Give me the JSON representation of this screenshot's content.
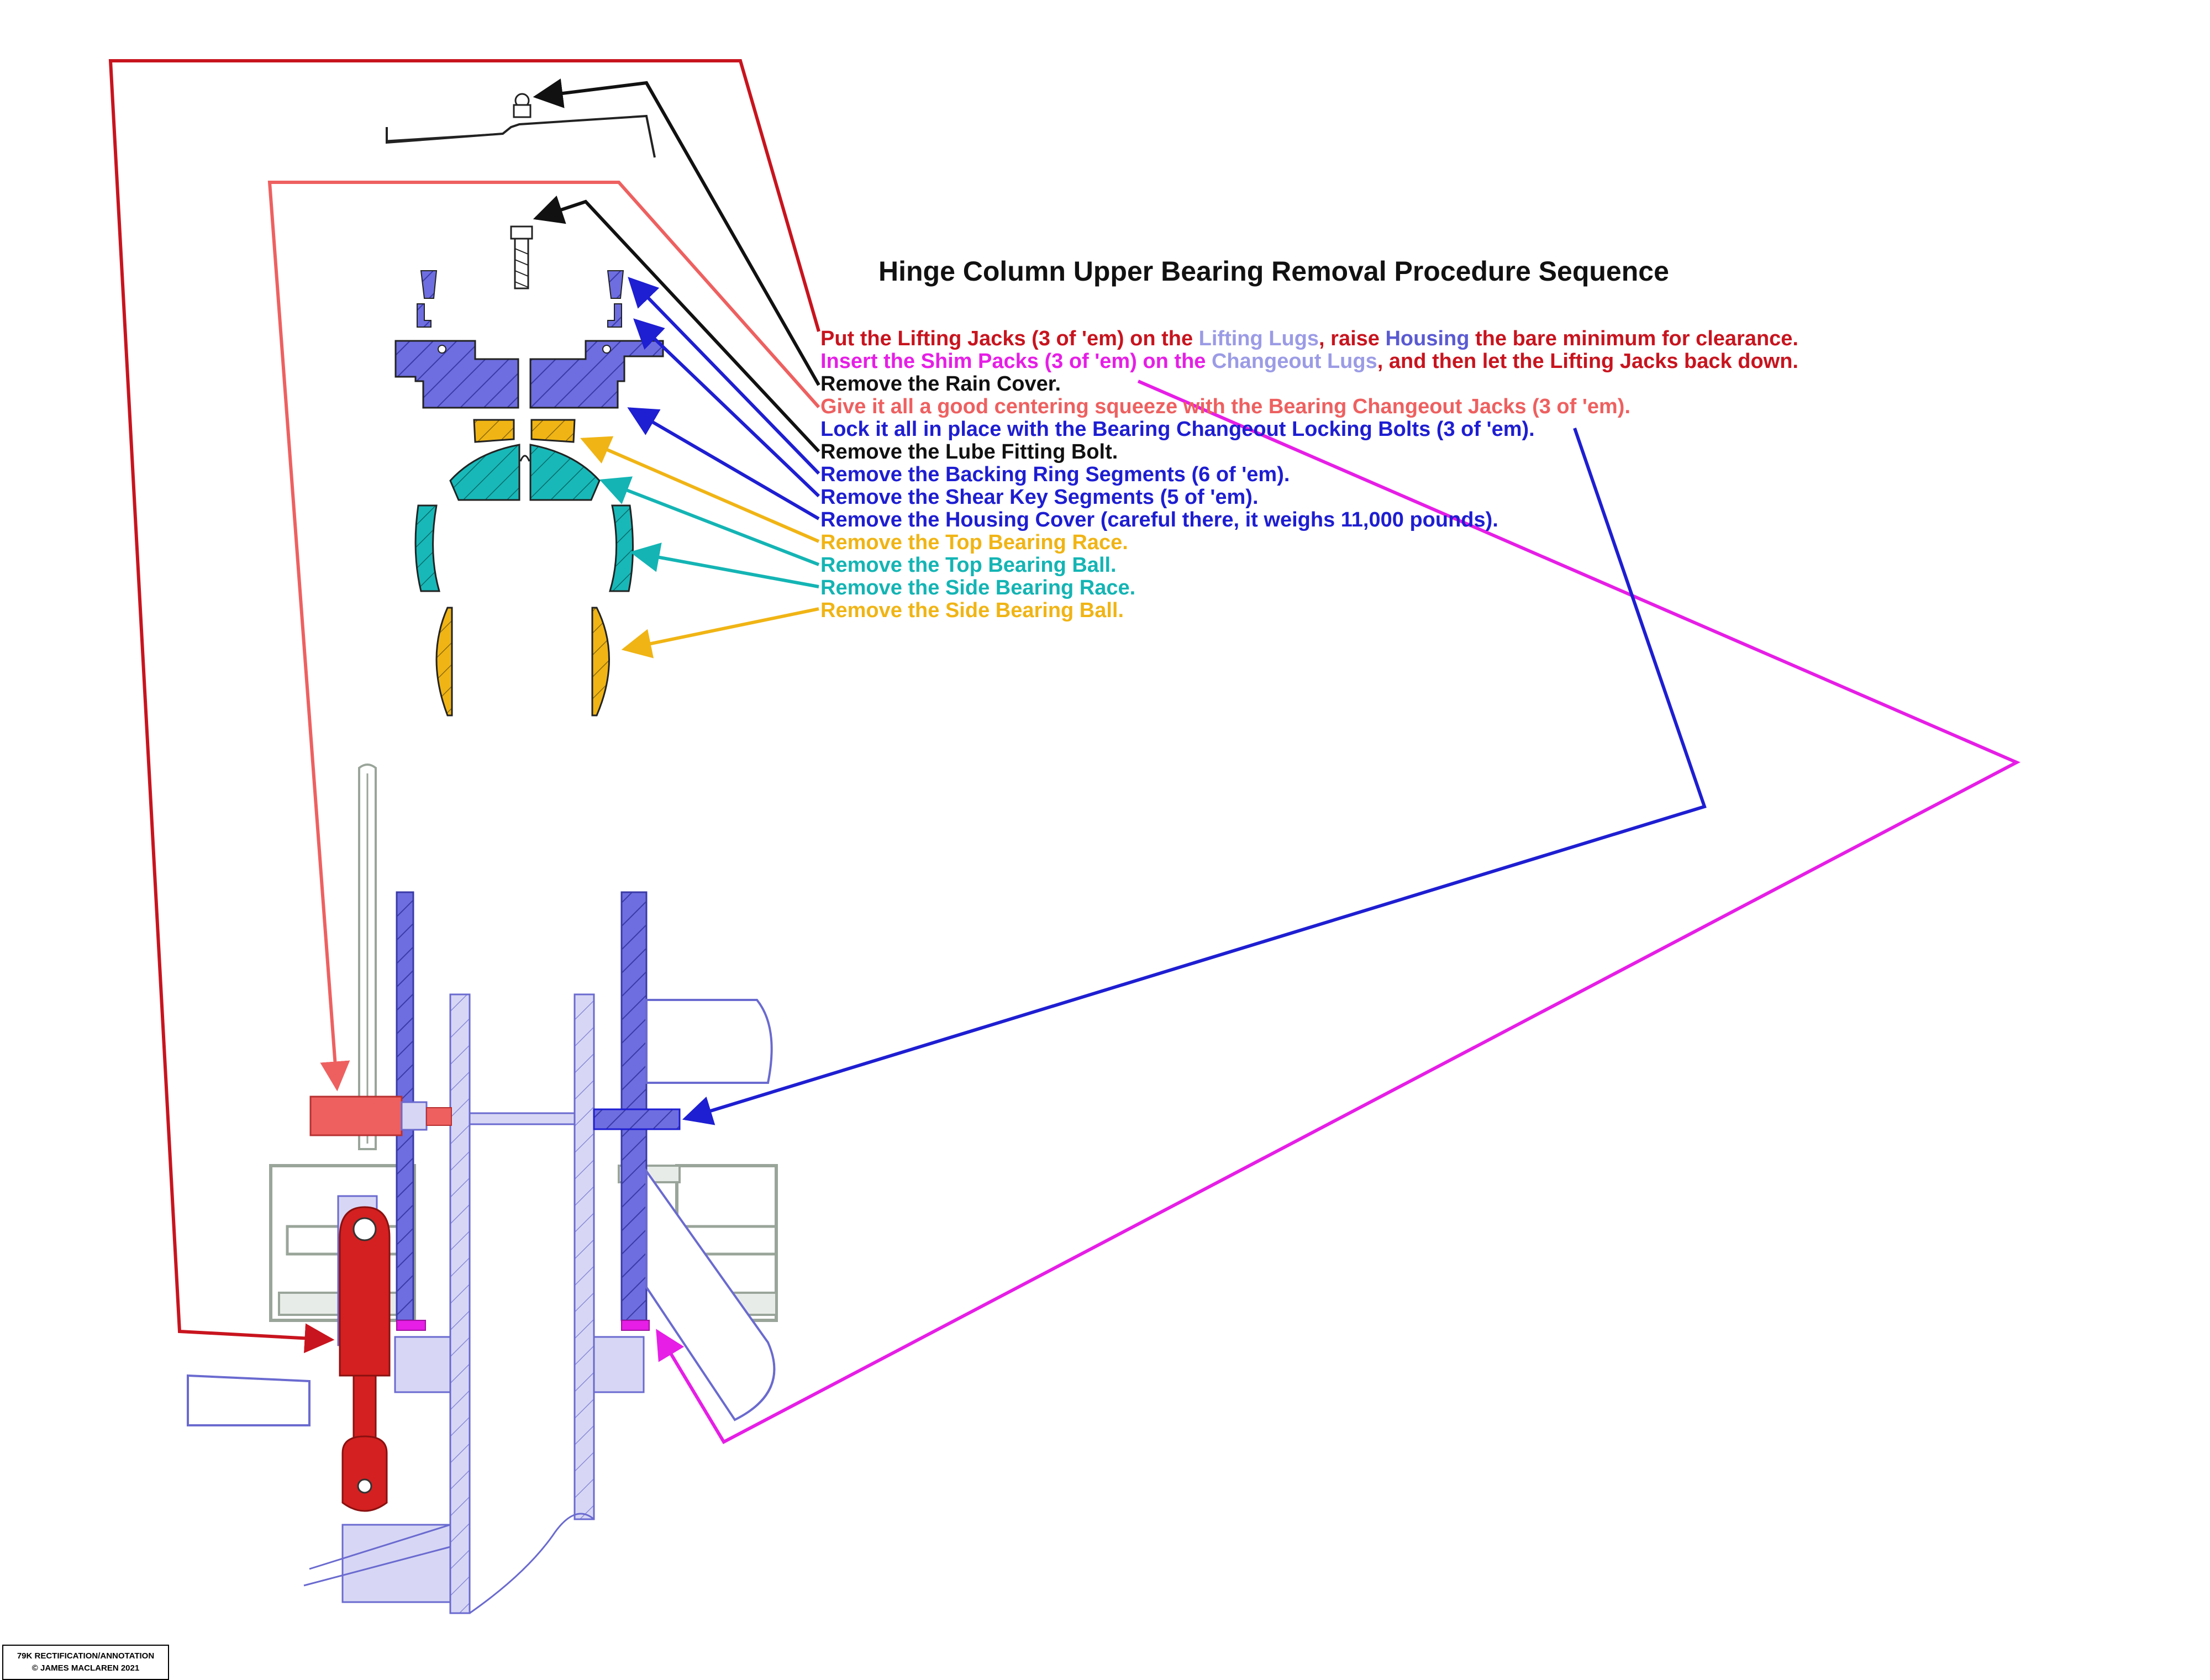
{
  "title": "Hinge Column Upper Bearing Removal Procedure Sequence",
  "colors": {
    "red": "#c8141e",
    "salmon": "#ee6060",
    "magenta": "#e61ee6",
    "black": "#111111",
    "blue": "#1e1ed2",
    "gold": "#f0b414",
    "teal": "#14b4b4",
    "lavender": "#9b9be6",
    "housing": "#5a5ad2",
    "steel_fill": "#d7d7f5",
    "gray": "#9aa59a"
  },
  "steps": [
    {
      "segments": [
        {
          "text": "Put the Lifting Jacks (3 of 'em) on the ",
          "color": "#c8141e"
        },
        {
          "text": "Lifting Lugs",
          "color": "#9b9be6"
        },
        {
          "text": ", raise ",
          "color": "#c8141e"
        },
        {
          "text": "Housing",
          "color": "#5a5ad2"
        },
        {
          "text": " the bare minimum for clearance.",
          "color": "#c8141e"
        }
      ]
    },
    {
      "segments": [
        {
          "text": "Insert the Shim Packs (3 of 'em) on the ",
          "color": "#e61ee6"
        },
        {
          "text": "Changeout Lugs",
          "color": "#9b9be6"
        },
        {
          "text": ", and then let the Lifting Jacks back down.",
          "color": "#c8141e"
        }
      ]
    },
    {
      "segments": [
        {
          "text": "Remove the Rain Cover.",
          "color": "#111111"
        }
      ]
    },
    {
      "segments": [
        {
          "text": "Give it all a good centering squeeze with the Bearing Changeout Jacks (3 of 'em).",
          "color": "#ee6060"
        }
      ]
    },
    {
      "segments": [
        {
          "text": "Lock it all in place with the Bearing Changeout Locking Bolts (3 of 'em).",
          "color": "#1e1ed2"
        }
      ]
    },
    {
      "segments": [
        {
          "text": "Remove the Lube Fitting Bolt.",
          "color": "#111111"
        }
      ]
    },
    {
      "segments": [
        {
          "text": "Remove the Backing Ring Segments (6 of 'em).",
          "color": "#1e1ed2"
        }
      ]
    },
    {
      "segments": [
        {
          "text": "Remove the Shear Key Segments (5 of 'em).",
          "color": "#1e1ed2"
        }
      ]
    },
    {
      "segments": [
        {
          "text": "Remove the Housing Cover (careful there, it weighs 11,000 pounds).",
          "color": "#1e1ed2"
        }
      ]
    },
    {
      "segments": [
        {
          "text": "Remove the Top Bearing Race.",
          "color": "#f0b414"
        }
      ]
    },
    {
      "segments": [
        {
          "text": "Remove the Top Bearing Ball.",
          "color": "#14b4b4"
        }
      ]
    },
    {
      "segments": [
        {
          "text": "Remove the Side Bearing Race.",
          "color": "#14b4b4"
        }
      ]
    },
    {
      "segments": [
        {
          "text": "Remove the Side Bearing Ball.",
          "color": "#f0b414"
        }
      ]
    }
  ],
  "credit": {
    "line1": "79K RECTIFICATION/ANNOTATION",
    "line2": "© JAMES MACLAREN 2021"
  }
}
